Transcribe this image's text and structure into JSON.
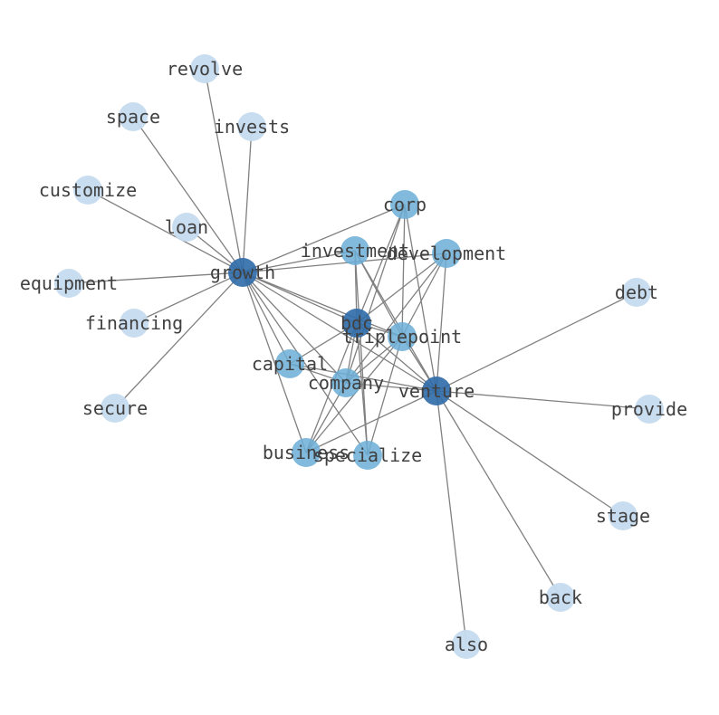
{
  "graph": {
    "tier_colors": {
      "hub": "#2f6aa8",
      "mid": "#6baed6",
      "leaf": "#c6dbef"
    },
    "nodes": [
      {
        "id": "growth",
        "tier": "hub"
      },
      {
        "id": "venture",
        "tier": "hub"
      },
      {
        "id": "bdc",
        "tier": "hub"
      },
      {
        "id": "triplepoint",
        "tier": "mid"
      },
      {
        "id": "corp",
        "tier": "mid"
      },
      {
        "id": "investment",
        "tier": "mid"
      },
      {
        "id": "development",
        "tier": "mid"
      },
      {
        "id": "capital",
        "tier": "mid"
      },
      {
        "id": "company",
        "tier": "mid"
      },
      {
        "id": "business",
        "tier": "mid"
      },
      {
        "id": "specialize",
        "tier": "mid"
      },
      {
        "id": "revolve",
        "tier": "leaf"
      },
      {
        "id": "space",
        "tier": "leaf"
      },
      {
        "id": "invests",
        "tier": "leaf"
      },
      {
        "id": "customize",
        "tier": "leaf"
      },
      {
        "id": "loan",
        "tier": "leaf"
      },
      {
        "id": "equipment",
        "tier": "leaf"
      },
      {
        "id": "financing",
        "tier": "leaf"
      },
      {
        "id": "secure",
        "tier": "leaf"
      },
      {
        "id": "debt",
        "tier": "leaf"
      },
      {
        "id": "provide",
        "tier": "leaf"
      },
      {
        "id": "stage",
        "tier": "leaf"
      },
      {
        "id": "back",
        "tier": "leaf"
      },
      {
        "id": "also",
        "tier": "leaf"
      }
    ],
    "edges": [
      [
        "growth",
        "revolve"
      ],
      [
        "growth",
        "space"
      ],
      [
        "growth",
        "invests"
      ],
      [
        "growth",
        "customize"
      ],
      [
        "growth",
        "loan"
      ],
      [
        "growth",
        "equipment"
      ],
      [
        "growth",
        "financing"
      ],
      [
        "growth",
        "secure"
      ],
      [
        "growth",
        "corp"
      ],
      [
        "growth",
        "investment"
      ],
      [
        "growth",
        "development"
      ],
      [
        "growth",
        "bdc"
      ],
      [
        "growth",
        "triplepoint"
      ],
      [
        "growth",
        "capital"
      ],
      [
        "growth",
        "company"
      ],
      [
        "growth",
        "business"
      ],
      [
        "growth",
        "specialize"
      ],
      [
        "growth",
        "venture"
      ],
      [
        "venture",
        "debt"
      ],
      [
        "venture",
        "provide"
      ],
      [
        "venture",
        "stage"
      ],
      [
        "venture",
        "back"
      ],
      [
        "venture",
        "also"
      ],
      [
        "venture",
        "corp"
      ],
      [
        "venture",
        "investment"
      ],
      [
        "venture",
        "development"
      ],
      [
        "venture",
        "bdc"
      ],
      [
        "venture",
        "triplepoint"
      ],
      [
        "venture",
        "capital"
      ],
      [
        "venture",
        "company"
      ],
      [
        "venture",
        "business"
      ],
      [
        "corp",
        "bdc"
      ],
      [
        "corp",
        "triplepoint"
      ],
      [
        "corp",
        "company"
      ],
      [
        "investment",
        "bdc"
      ],
      [
        "investment",
        "triplepoint"
      ],
      [
        "investment",
        "specialize"
      ],
      [
        "development",
        "bdc"
      ],
      [
        "development",
        "triplepoint"
      ],
      [
        "development",
        "company"
      ],
      [
        "bdc",
        "triplepoint"
      ],
      [
        "bdc",
        "capital"
      ],
      [
        "bdc",
        "company"
      ],
      [
        "bdc",
        "business"
      ],
      [
        "bdc",
        "specialize"
      ],
      [
        "triplepoint",
        "company"
      ],
      [
        "triplepoint",
        "business"
      ],
      [
        "triplepoint",
        "specialize"
      ],
      [
        "capital",
        "company"
      ],
      [
        "company",
        "business"
      ]
    ]
  }
}
